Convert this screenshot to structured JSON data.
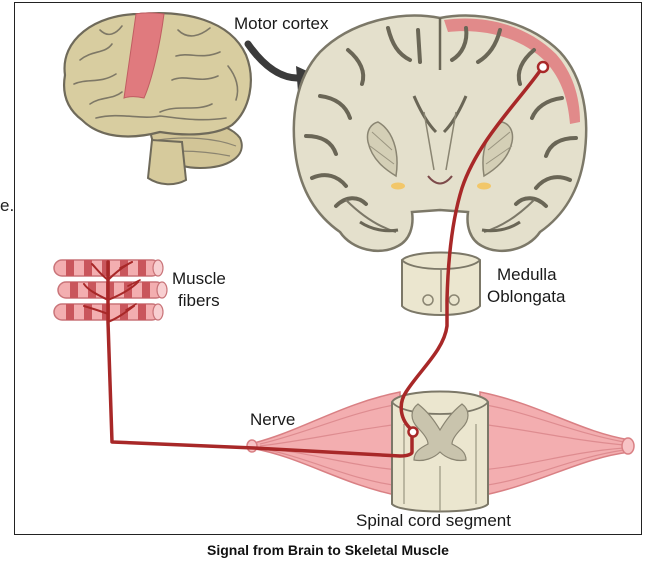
{
  "labels": {
    "motor_cortex": "Motor cortex",
    "medulla": "Medulla",
    "oblongata": "Oblongata",
    "muscle": "Muscle",
    "fibers": "fibers",
    "nerve": "Nerve",
    "spinal_cord": "Spinal cord segment",
    "stray_text": "e."
  },
  "caption": "Signal from Brain to Skeletal Muscle",
  "colors": {
    "brain_fill": "#d8cda0",
    "brain_outline": "#6f6a5a",
    "motor_strip": "#e07a7e",
    "section_fill": "#e4e0cc",
    "section_outline": "#7c7868",
    "nerve_path": "#a82828",
    "muscle_fill": "#f3aeb0",
    "muscle_stroke": "#d98084",
    "arrow": "#3b3b3b"
  }
}
